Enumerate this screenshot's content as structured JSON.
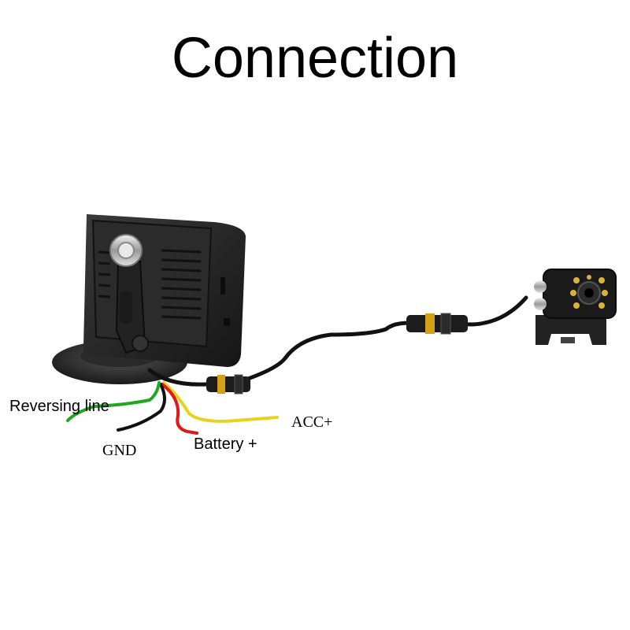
{
  "title": "Connection",
  "labels": {
    "reversing": "Reversing line",
    "gnd": "GND",
    "battery": "Battery +",
    "acc": "ACC+"
  },
  "colors": {
    "reversing_wire": "#1fa81f",
    "gnd_wire": "#111111",
    "battery_wire": "#e01818",
    "acc_wire": "#e8d21a"
  }
}
